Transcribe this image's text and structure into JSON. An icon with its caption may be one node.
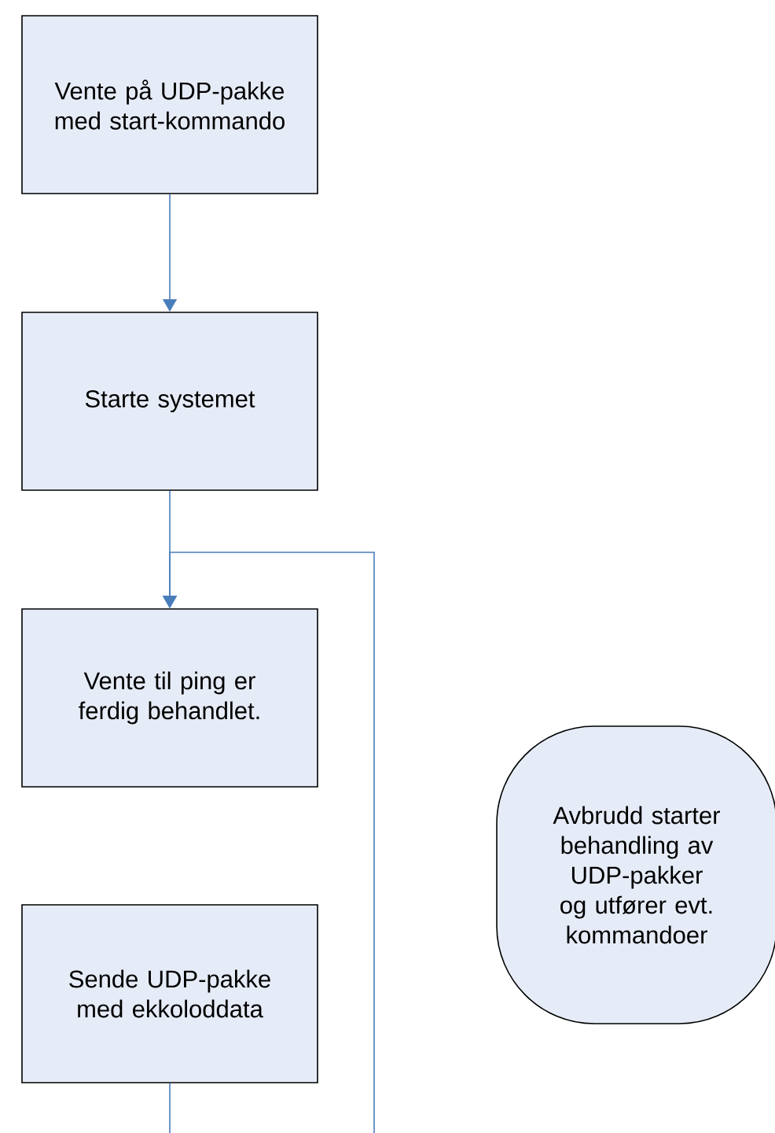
{
  "diagram": {
    "nodes": [
      {
        "text": [
          "Vente på UDP-pakke med start-kommando"
        ]
      },
      {
        "text": [
          "Starte systemet"
        ]
      },
      {
        "text": [
          "Vente til ping er ferdig behandlet."
        ]
      },
      {
        "text": [
          "Sende UDP-pakke med ekkoloddata"
        ]
      },
      {
        "text": [
          "Avbrudd starter behandling av UDP-pakker og utfører evt. kommandoer"
        ]
      }
    ],
    "edges": [
      {
        "from": 0,
        "to": 1,
        "arrow": "to"
      },
      {
        "from": 1,
        "to": 2,
        "arrow": "to"
      },
      {
        "from": 3,
        "to": 2,
        "arrow": "to"
      }
    ]
  }
}
